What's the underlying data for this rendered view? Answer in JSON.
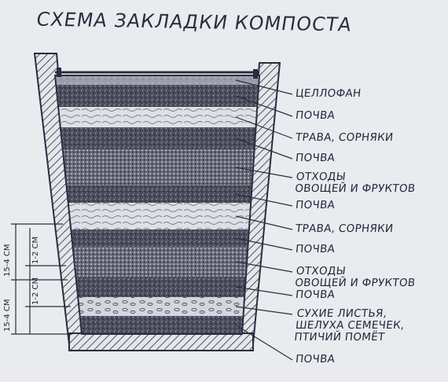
{
  "diagram": {
    "title": "СХЕМА ЗАКЛАДКИ КОМПОСТА",
    "layers": [
      {
        "id": "cellophane",
        "label": "ЦЕЛЛОФАН",
        "texture": "cellophane",
        "lines": [
          "ЦЕЛЛОФАН"
        ]
      },
      {
        "id": "soil-1",
        "label": "ПОЧВА",
        "texture": "soil",
        "lines": [
          "ПОЧВА"
        ]
      },
      {
        "id": "grass-1",
        "label": "ТРАВА, СОРНЯКИ",
        "texture": "grass",
        "lines": [
          "ТРАВА, СОРНЯКИ"
        ]
      },
      {
        "id": "soil-2",
        "label": "ПОЧВА",
        "texture": "soil",
        "lines": [
          "ПОЧВА"
        ]
      },
      {
        "id": "waste-1",
        "label": "ОТХОДЫ ОВОЩЕЙ И ФРУКТОВ",
        "texture": "waste",
        "lines": [
          "ОТХОДЫ",
          "ОВОЩЕЙ И ФРУКТОВ"
        ]
      },
      {
        "id": "soil-3",
        "label": "ПОЧВА",
        "texture": "soil",
        "lines": [
          "ПОЧВА"
        ]
      },
      {
        "id": "grass-2",
        "label": "ТРАВА, СОРНЯКИ",
        "texture": "grass",
        "lines": [
          "ТРАВА, СОРНЯКИ"
        ]
      },
      {
        "id": "soil-4",
        "label": "ПОЧВА",
        "texture": "soil",
        "lines": [
          "ПОЧВА"
        ]
      },
      {
        "id": "waste-2",
        "label": "ОТХОДЫ ОВОЩЕЙ И ФРУКТОВ",
        "texture": "waste",
        "lines": [
          "ОТХОДЫ",
          "ОВОЩЕЙ И ФРУКТОВ"
        ]
      },
      {
        "id": "soil-5",
        "label": "ПОЧВА",
        "texture": "soil",
        "lines": [
          "ПОЧВА"
        ]
      },
      {
        "id": "leaves",
        "label": "СУХИЕ ЛИСТЬЯ, ШЕЛУХА СЕМЕЧЕК, ПТИЧИЙ ПОМЁТ",
        "texture": "leaves",
        "lines": [
          "СУХИЕ ЛИСТЬЯ,",
          "ШЕЛУХА СЕМЕЧЕК,",
          "ПТИЧИЙ ПОМЁТ"
        ]
      },
      {
        "id": "soil-6",
        "label": "ПОЧВА",
        "texture": "soil",
        "lines": [
          "ПОЧВА"
        ]
      }
    ],
    "dimensions": {
      "inner_a": "1-2 СМ",
      "inner_b": "1-2 СМ",
      "outer_a": "15-4 СМ",
      "outer_b": "15-4 СМ"
    },
    "colors": {
      "ink": "#2a2d3f",
      "paper": "#e9ebee",
      "soil": "#3a3c4c",
      "light": "#dfe2e7"
    }
  }
}
